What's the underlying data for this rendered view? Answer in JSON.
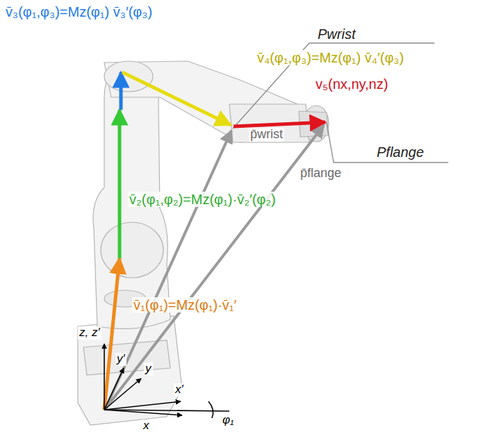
{
  "diagram": {
    "labels": [
      "v̄₃(φ₁,φ₃)=Mz(φ₁) v̄₃′(φ₃)",
      "Pwrist",
      "v̄₄(φ₁,φ₃)=Mz(φ₁) v̄₄′(φ₃)",
      "v₅(nx,ny,nz)",
      "p̄wrist",
      "Pflange",
      "p̄flange",
      "v̄₂(φ₁,φ₂)=Mz(φ₁)·v̄₂′(φ₂)",
      "v̄₁(φ₁)=Mz(φ₁)·v̄₁′",
      "z, z′",
      "y′",
      "y",
      "x′",
      "x",
      "φ₁"
    ]
  }
}
